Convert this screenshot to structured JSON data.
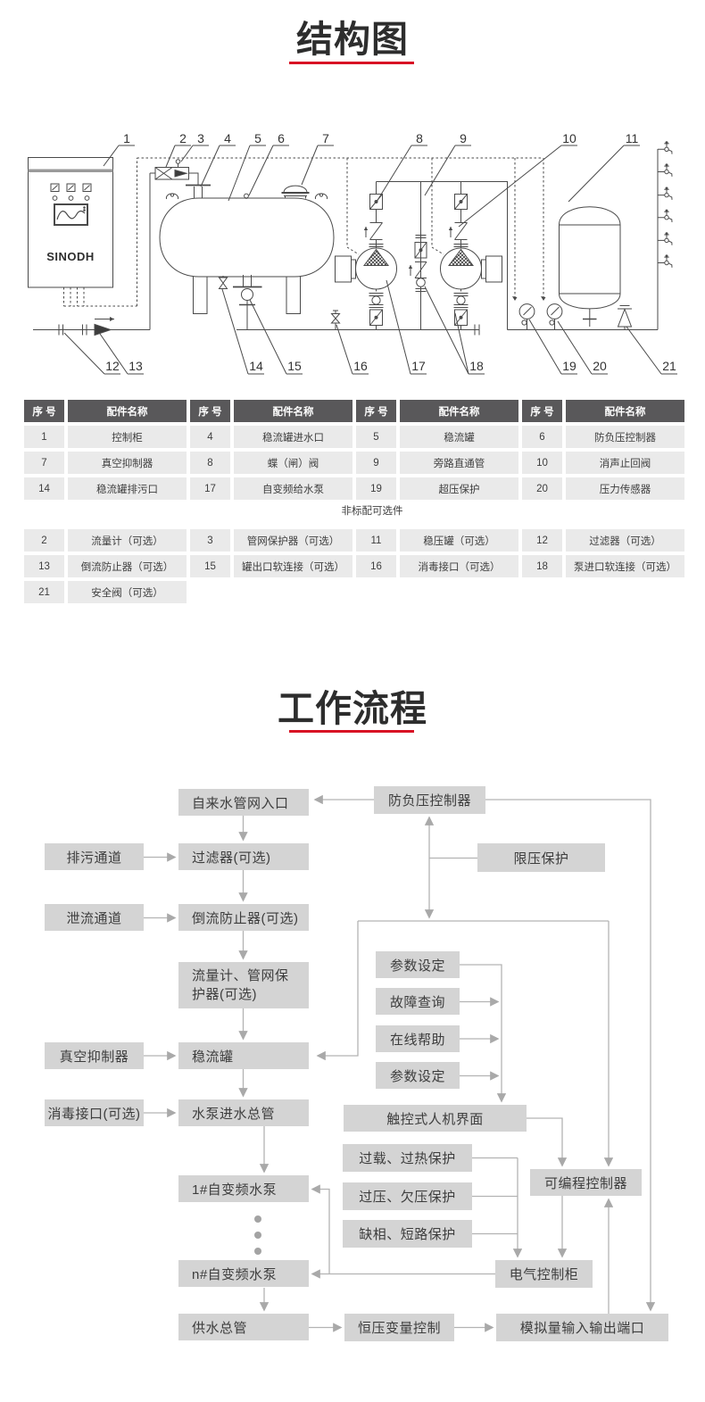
{
  "sections": {
    "structure_title": "结构图",
    "workflow_title": "工作流程"
  },
  "accent_color": "#d81224",
  "schematic": {
    "brand": "SINODH",
    "callout_labels": [
      "1",
      "2",
      "3",
      "4",
      "5",
      "6",
      "7",
      "8",
      "9",
      "10",
      "11",
      "12",
      "13",
      "14",
      "15",
      "16",
      "17",
      "18",
      "19",
      "20",
      "21"
    ]
  },
  "parts_table": {
    "num_header": "序 号",
    "name_header": "配件名称",
    "standard_rows": [
      [
        {
          "num": "1",
          "name": "控制柜"
        },
        {
          "num": "4",
          "name": "稳流罐进水口"
        },
        {
          "num": "5",
          "name": "稳流罐"
        },
        {
          "num": "6",
          "name": "防负压控制器"
        }
      ],
      [
        {
          "num": "7",
          "name": "真空抑制器"
        },
        {
          "num": "8",
          "name": "蝶（闸）阀"
        },
        {
          "num": "9",
          "name": "旁路直通管"
        },
        {
          "num": "10",
          "name": "消声止回阀"
        }
      ],
      [
        {
          "num": "14",
          "name": "稳流罐排污口"
        },
        {
          "num": "17",
          "name": "自变频给水泵"
        },
        {
          "num": "19",
          "name": "超压保护"
        },
        {
          "num": "20",
          "name": "压力传感器"
        }
      ]
    ],
    "divider": "非标配可选件",
    "optional_rows": [
      [
        {
          "num": "2",
          "name": "流量计（可选）"
        },
        {
          "num": "3",
          "name": "管网保护器（可选）"
        },
        {
          "num": "11",
          "name": "稳压罐（可选）"
        },
        {
          "num": "12",
          "name": "过滤器（可选）"
        }
      ],
      [
        {
          "num": "13",
          "name": "倒流防止器（可选）"
        },
        {
          "num": "15",
          "name": "罐出口软连接（可选）"
        },
        {
          "num": "16",
          "name": "消毒接口（可选）"
        },
        {
          "num": "18",
          "name": "泵进口软连接（可选）"
        }
      ],
      [
        {
          "num": "21",
          "name": "安全阀（可选）"
        }
      ]
    ]
  },
  "flowchart": {
    "nodes": {
      "paiwu": "排污通道",
      "xieliu": "泄流通道",
      "zhenkong": "真空抑制器",
      "xiaodu": "消毒接口(可选)",
      "zilai": "自来水管网入口",
      "guolv": "过滤器(可选)",
      "daoliu": "倒流防止器(可选)",
      "liuliang": "流量计、管网保护器(可选)",
      "wenliu": "稳流罐",
      "shuibeng": "水泵进水总管",
      "pump1": "1#自变频水泵",
      "pumpn": "n#自变频水泵",
      "gongshui": "供水总管",
      "fangfuya": "防负压控制器",
      "xianya": "限压保护",
      "canshu1": "参数设定",
      "guzhang": "故障查询",
      "zaixian": "在线帮助",
      "canshu2": "参数设定",
      "chukong": "触控式人机界面",
      "guozai": "过载、过热保护",
      "guoya": "过压、欠压保护",
      "quexiang": "缺相、短路保护",
      "kebiancheng": "可编程控制器",
      "dianqi": "电气控制柜",
      "moniliang": "模拟量输入输出端口",
      "hengya": "恒压变量控制"
    }
  }
}
